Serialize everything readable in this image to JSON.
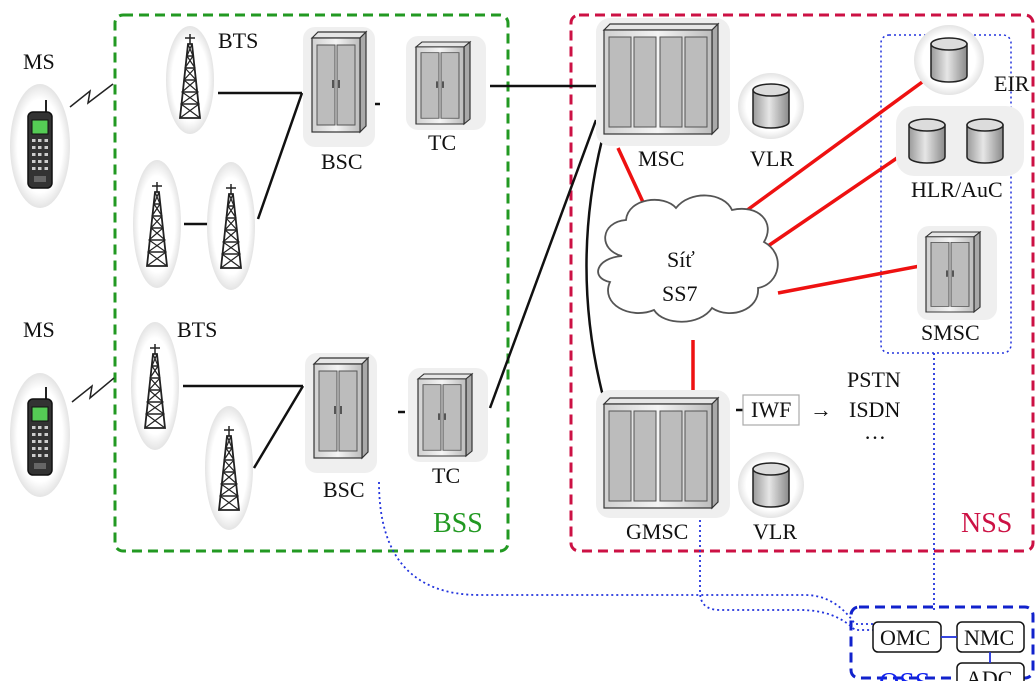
{
  "labels": {
    "ms_top": "MS",
    "ms_bottom": "MS",
    "bts_top": "BTS",
    "bts_bottom": "BTS",
    "bsc_top": "BSC",
    "bsc_bottom": "BSC",
    "tc_top": "TC",
    "tc_bottom": "TC",
    "msc": "MSC",
    "vlr_top": "VLR",
    "vlr_bottom": "VLR",
    "gmsc": "GMSC",
    "eir": "EIR",
    "hlr": "HLR/AuC",
    "smsc": "SMSC",
    "cloud_line1": "Síť",
    "cloud_line2": "SS7",
    "iwf": "IWF",
    "arrow": "→",
    "pstn": "PSTN",
    "isdn": "ISDN",
    "ellipsis": "…",
    "bss": "BSS",
    "nss": "NSS",
    "oss": "OSS",
    "omc": "OMC",
    "nmc": "NMC",
    "adc": "ADC"
  },
  "colors": {
    "bss_border": "#229922",
    "nss_border": "#cc1144",
    "oss_border": "#1122cc",
    "ss7_link": "#ee1111",
    "oss_link": "#2233dd",
    "bss_text": "#229922",
    "nss_text": "#cc1144",
    "oss_text": "#1122ee"
  }
}
